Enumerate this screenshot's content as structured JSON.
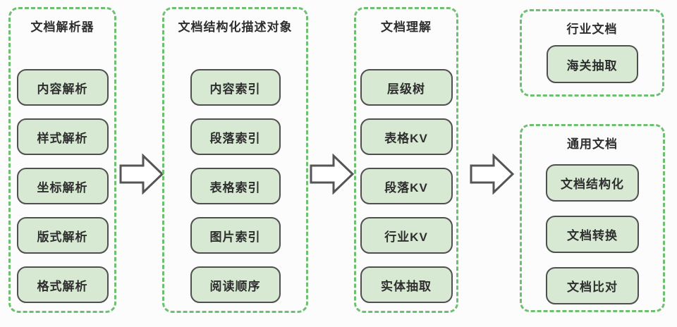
{
  "diagram": {
    "columns": [
      {
        "title": "文档解析器",
        "boxes": [
          "内容解析",
          "样式解析",
          "坐标解析",
          "版式解析",
          "格式解析"
        ]
      },
      {
        "title": "文档结构化描述对象",
        "boxes": [
          "内容索引",
          "段落索引",
          "表格索引",
          "图片索引",
          "阅读顺序"
        ]
      },
      {
        "title": "文档理解",
        "boxes": [
          "层级树",
          "表格KV",
          "段落KV",
          "行业KV",
          "实体抽取"
        ]
      },
      {
        "title": "行业文档",
        "boxes": [
          "海关抽取"
        ]
      },
      {
        "title": "通用文档",
        "boxes": [
          "文档结构化",
          "文档转换",
          "文档比对"
        ]
      }
    ],
    "arrows": [
      {
        "name": "arrow-parser-to-struct",
        "direction": "right"
      },
      {
        "name": "arrow-struct-to-understand",
        "direction": "right"
      },
      {
        "name": "arrow-understand-to-output",
        "direction": "right"
      }
    ],
    "colors": {
      "container_border": "#6ec071",
      "box_fill": "#d7e9d3",
      "box_border": "#4f4f4f",
      "text": "#2e2e2e",
      "arrow_stroke": "#555555",
      "arrow_fill": "#ffffff",
      "background": "#fcfcfc"
    }
  }
}
